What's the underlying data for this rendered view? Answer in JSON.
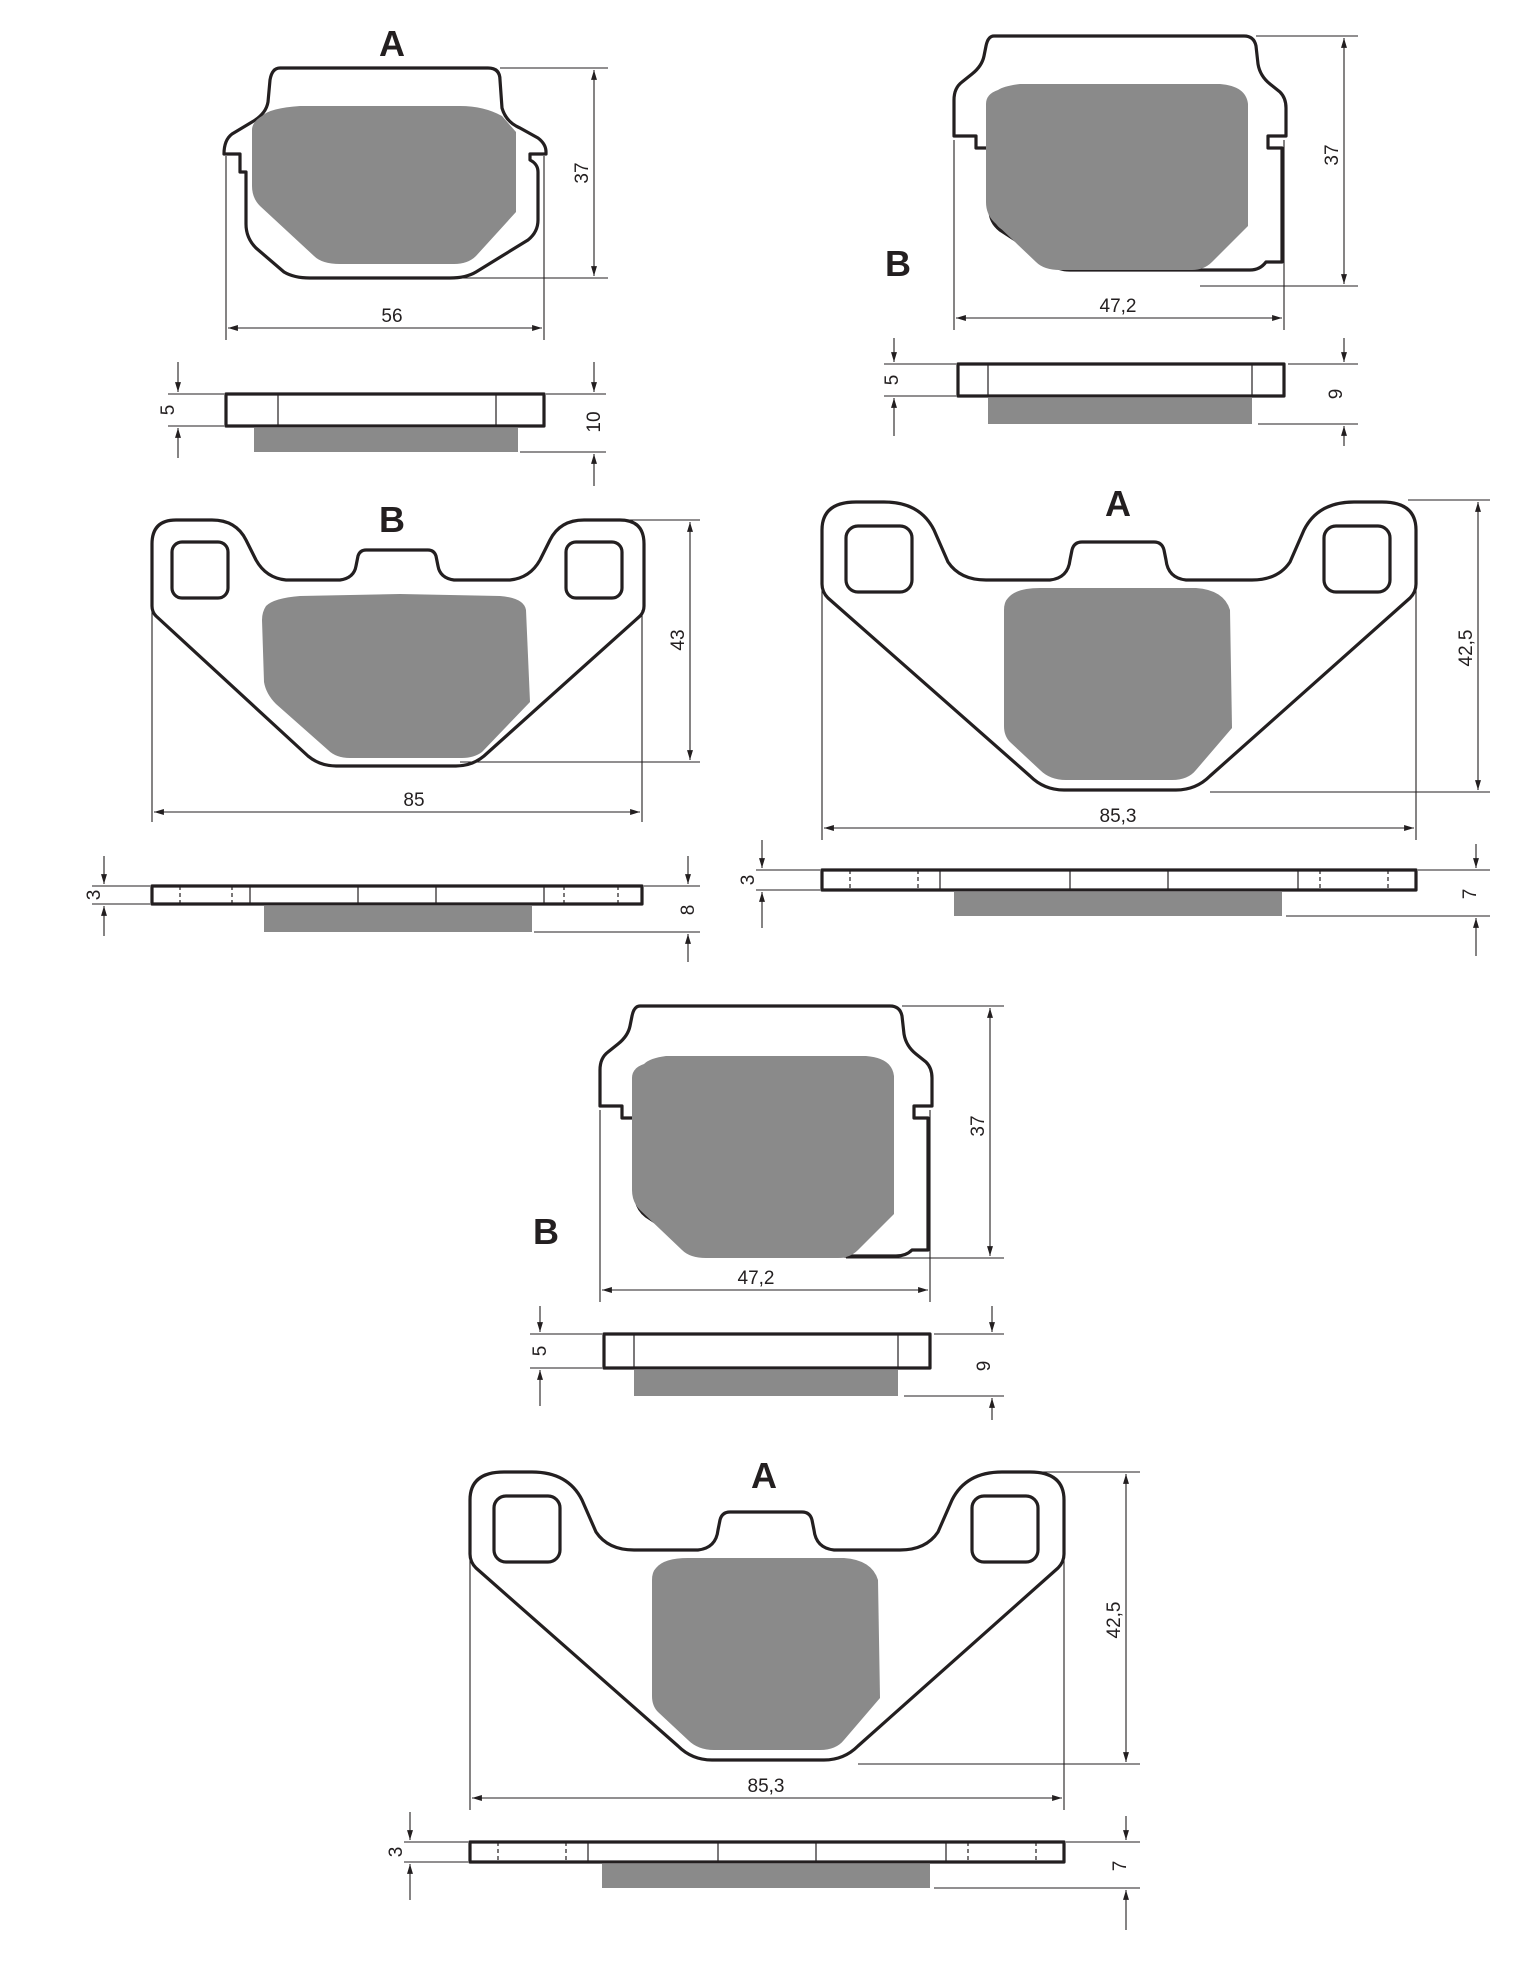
{
  "diagrams": [
    {
      "label": "A",
      "width": "56",
      "height": "37",
      "plate_thickness": "5",
      "total_thickness": "10"
    },
    {
      "label": "B",
      "width": "47,2",
      "height": "37",
      "plate_thickness": "5",
      "total_thickness": "9"
    },
    {
      "label": "B",
      "width": "85",
      "height": "43",
      "plate_thickness": "3",
      "total_thickness": "8"
    },
    {
      "label": "A",
      "width": "85,3",
      "height": "42,5",
      "plate_thickness": "3",
      "total_thickness": "7"
    },
    {
      "label": "B",
      "width": "47,2",
      "height": "37",
      "plate_thickness": "5",
      "total_thickness": "9"
    },
    {
      "label": "A",
      "width": "85,3",
      "height": "42,5",
      "plate_thickness": "3",
      "total_thickness": "7"
    }
  ]
}
